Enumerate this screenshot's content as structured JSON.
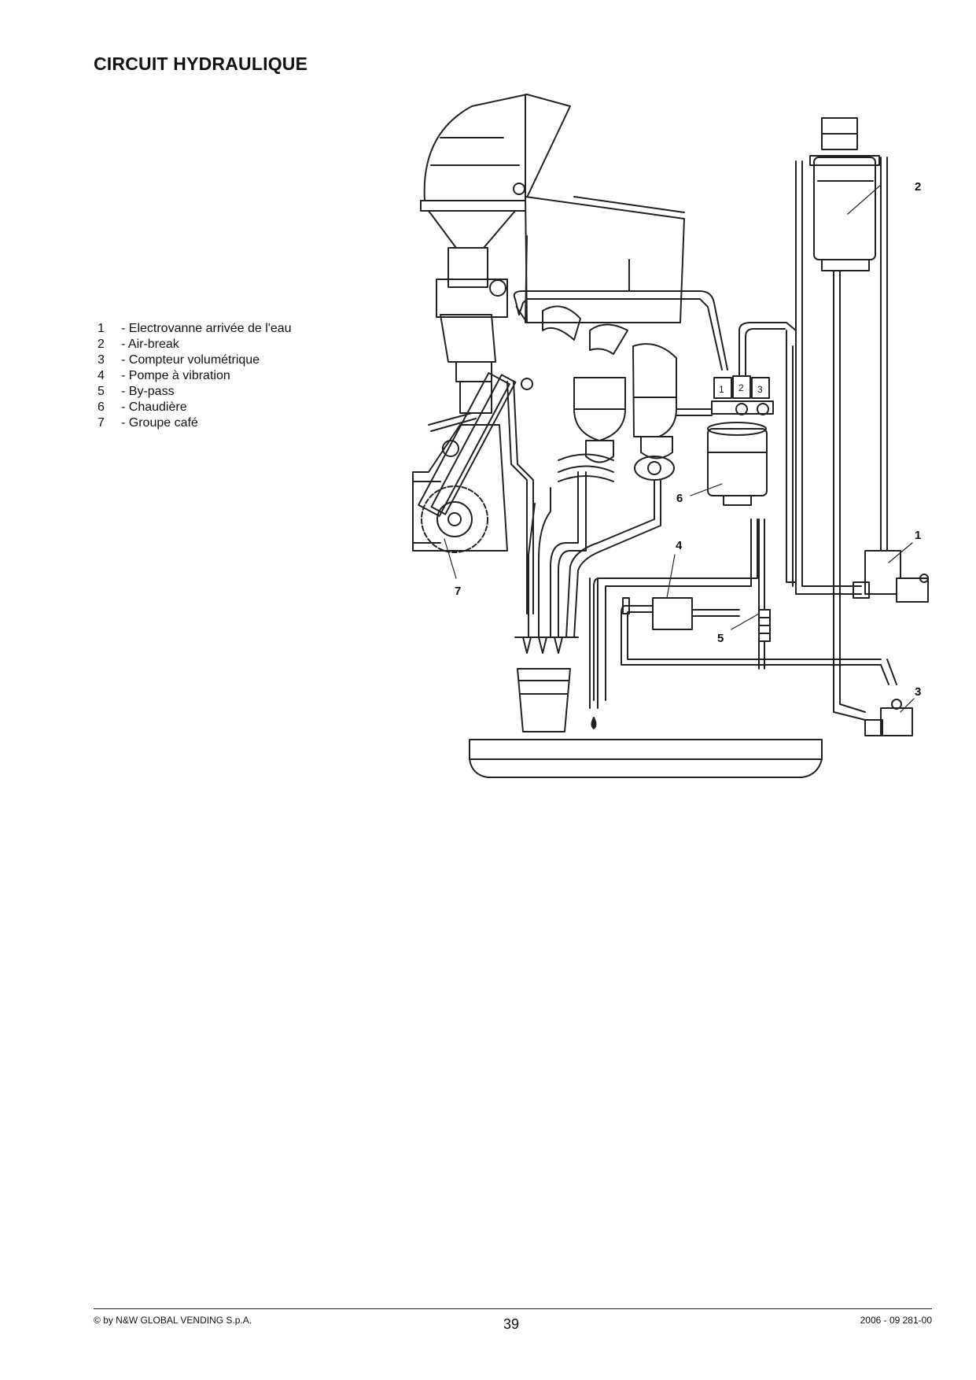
{
  "document": {
    "title": "CIRCUIT HYDRAULIQUE"
  },
  "legend": [
    {
      "number": "1",
      "label": "- Electrovanne arrivée de l'eau"
    },
    {
      "number": "2",
      "label": "- Air-break"
    },
    {
      "number": "3",
      "label": "- Compteur volumétrique"
    },
    {
      "number": "4",
      "label": "- Pompe à vibration"
    },
    {
      "number": "5",
      "label": "- By-pass"
    },
    {
      "number": "6",
      "label": "- Chaudière"
    },
    {
      "number": "7",
      "label": "- Groupe café"
    }
  ],
  "diagram": {
    "callouts": {
      "c1": "1",
      "c2": "2",
      "c3": "3",
      "c4": "4",
      "c5": "5",
      "c6": "6",
      "c7": "7"
    },
    "block_labels": {
      "b1": "1",
      "b2": "2",
      "b3": "3"
    }
  },
  "footer": {
    "copyright": "© by N&W GLOBAL VENDING S.p.A.",
    "page_number": "39",
    "doc_code": "2006 - 09 281-00"
  }
}
